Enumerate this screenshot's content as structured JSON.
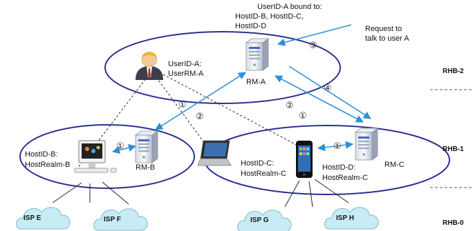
{
  "colors": {
    "ellipse": "#2b2f8f",
    "arrow": "#2f8fd6",
    "cloud_fill": "#c7ecf6",
    "cloud_stroke": "#7fb8c9",
    "text": "#111111"
  },
  "layers": [
    "RHB-2",
    "RHB-1",
    "RHB-0"
  ],
  "top_note": {
    "line1": "UserID-A bound to:",
    "line2": "HostID-B, HostID-C,",
    "line3": "HostID-D"
  },
  "request_note": {
    "line1": "Request to",
    "line2": "talk to user A"
  },
  "user": {
    "line1": "UserID-A:",
    "line2": "UserRM-A",
    "icon": "user-avatar-icon"
  },
  "servers": {
    "rm_a": "RM-A",
    "rm_b": "RM-B",
    "rm_c": "RM-C"
  },
  "hosts": {
    "b": {
      "line1": "HostID-B:",
      "line2": "HostRealm-B",
      "icon": "desktop-computer-icon"
    },
    "c": {
      "line1": "HostID-C:",
      "line2": "HostRealm-C",
      "icon": "laptop-icon"
    },
    "d": {
      "line1": "HostID-D:",
      "line2": "HostRealm-C",
      "icon": "smartphone-icon"
    }
  },
  "isps": [
    "ISP E",
    "ISP F",
    "ISP G",
    "ISP H"
  ],
  "steps": {
    "one": "①",
    "two": "②",
    "three": "③",
    "four": "④"
  }
}
